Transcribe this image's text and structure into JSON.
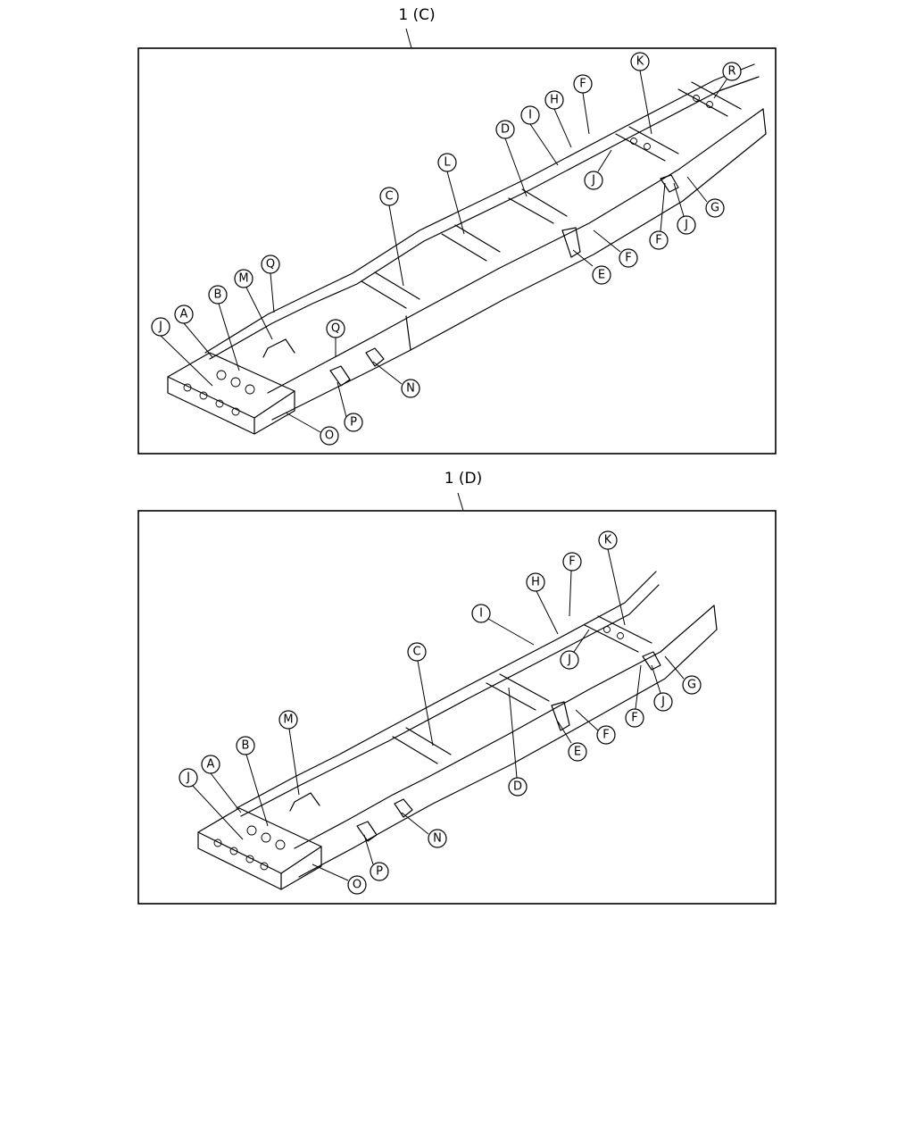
{
  "panels": [
    {
      "id": "c",
      "title": "1 (C)",
      "callouts": [
        "A",
        "B",
        "C",
        "D",
        "E",
        "F",
        "F",
        "F",
        "G",
        "H",
        "I",
        "J",
        "J",
        "J",
        "K",
        "L",
        "M",
        "N",
        "O",
        "P",
        "Q",
        "Q",
        "R"
      ]
    },
    {
      "id": "d",
      "title": "1 (D)",
      "callouts": [
        "A",
        "B",
        "C",
        "D",
        "E",
        "F",
        "F",
        "F",
        "G",
        "H",
        "I",
        "J",
        "J",
        "J",
        "K",
        "M",
        "N",
        "O",
        "P"
      ]
    }
  ]
}
